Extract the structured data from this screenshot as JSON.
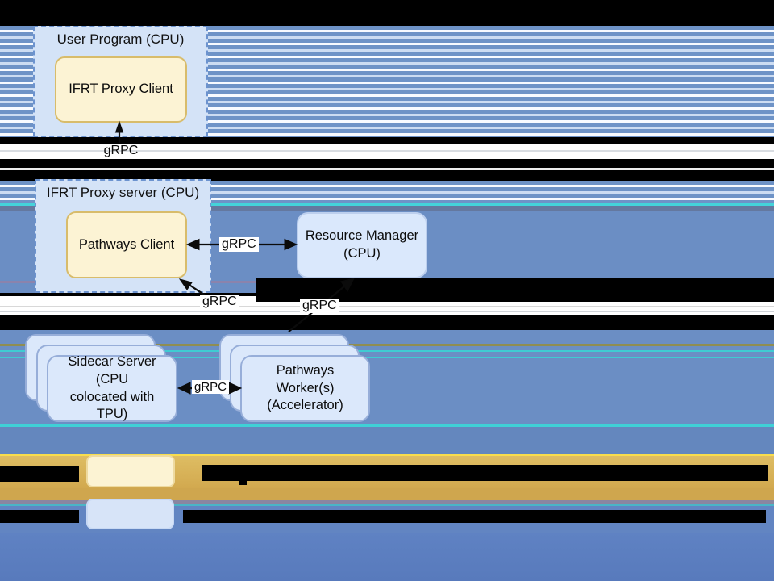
{
  "diagram_title": "IFRT Proxy / Pathways architecture diagram",
  "nodes": {
    "user_program": {
      "title": "User Program (CPU)",
      "child": "IFRT Proxy Client"
    },
    "proxy_server": {
      "title": "IFRT Proxy server (CPU)",
      "child": "Pathways Client"
    },
    "resource_manager": {
      "lines": [
        "Resource Manager",
        "(CPU)"
      ]
    },
    "sidecar_server": {
      "lines": [
        "Sidecar Server (CPU",
        "colocated with TPU)"
      ],
      "stack_count": 3
    },
    "pathways_workers": {
      "lines": [
        "Pathways Worker(s)",
        "(Accelerator)"
      ],
      "stack_count": 3
    }
  },
  "edges": [
    {
      "id": "ifrt-proxy-client-uplink",
      "label": "gRPC"
    },
    {
      "id": "pathways-client-resource-manager",
      "label": "gRPC"
    },
    {
      "id": "workers-pathways-client",
      "label": "gRPC"
    },
    {
      "id": "workers-resource-manager",
      "label": "gRPC"
    },
    {
      "id": "sidecar-workers",
      "label": "gRPC"
    }
  ],
  "legend": {
    "items": [
      {
        "swatch": "yellow",
        "swatch_color": "#fcf3d3",
        "label_text": null,
        "label_rendering": "unreadable-black-bar"
      },
      {
        "swatch": "blue",
        "swatch_color": "#d7e4f8",
        "label_text": null,
        "label_rendering": "unreadable-black-bar"
      }
    ]
  },
  "colors": {
    "stripe_blue": "#6e93c7",
    "solid_blue": "#6b8ec4",
    "bottom_blue": "#5d80c1",
    "container_fill": "#d4e3f7",
    "container_border": "#6c93cf",
    "yellow_node_fill": "#fcf3d4",
    "yellow_node_border": "#d8bc6b",
    "blue_node_fill": "#dae8fc",
    "card_border": "#97aed9",
    "gold_band": "#cfa64e",
    "yellow_line": "#f8dd4d",
    "cyan_glitch": "#3fcbd2",
    "black_band": "#000000"
  }
}
